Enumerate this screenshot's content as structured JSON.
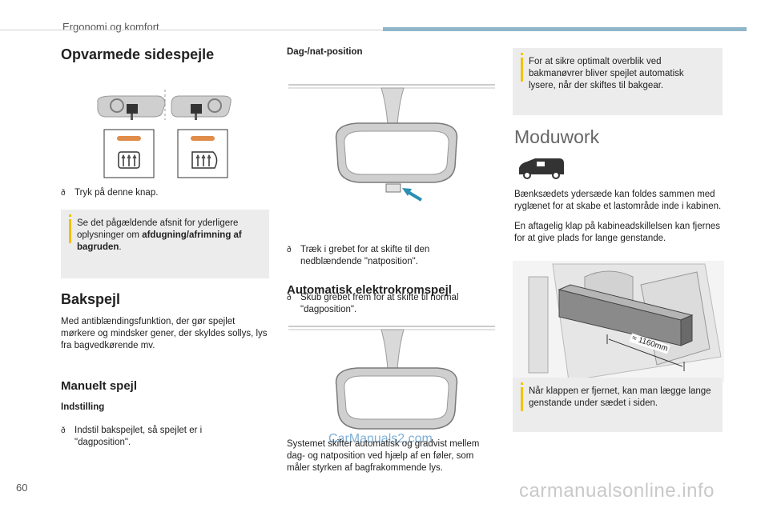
{
  "header": {
    "section": "Ergonomi og komfort"
  },
  "page_number": "60",
  "heated_mirrors": {
    "title": "Opvarmede sidespejle",
    "instruction": "Tryk på denne knap.",
    "note_pre": "Se det pågældende afsnit for yderligere oplysninger om ",
    "note_bold": "afdugning/afrimning af bagruden",
    "note_post": "."
  },
  "rear_mirror": {
    "title": "Bakspejl",
    "desc": "Med antiblændingsfunktion, der gør spejlet mørkere og mindsker gener, der skyldes sollys, lys fra bagvedkørende mv.",
    "manual_title": "Manuelt spejl",
    "adjust_title": "Indstilling",
    "adjust_item": "Indstil bakspejlet, så spejlet er i \"dagposition\"."
  },
  "day_night": {
    "title": "Dag-/nat-position",
    "items": [
      "Træk i grebet for at skifte til den nedblændende \"natposition\".",
      "Skub grebet frem for at skifte til normal \"dagposition\"."
    ]
  },
  "auto_mirror": {
    "title": "Automatisk elektrokromspejl",
    "desc": "Systemet skifter automatisk og gradvist mellem dag- og natposition ved hjælp af en føler, som måler styrken af bagfrakommende lys."
  },
  "right_note": {
    "text": "For at sikre optimalt overblik ved bakmanøvrer bliver spejlet automatisk lysere, når der skiftes til bakgear."
  },
  "moduwork": {
    "title": "Moduwork",
    "desc1": "Bænksædets ydersæde kan foldes sammen med ryglænet for at skabe et lastområde inde i kabinen.",
    "desc2": "En aftagelig klap på kabineadskillelsen kan fjernes for at give plads for lange genstande.",
    "dimension": "≈ 1160mm",
    "note": "Når klappen er fjernet, kan man lægge lange genstande under sædet i siden."
  },
  "watermarks": {
    "site": "carmanualsonline.info",
    "mid": "CarManuals2.com"
  }
}
